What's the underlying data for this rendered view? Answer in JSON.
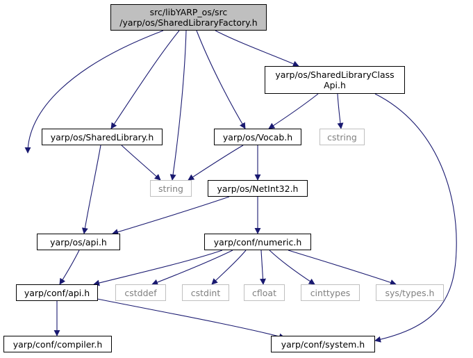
{
  "colors": {
    "edge": "#191970",
    "root_fill": "#bfbfbf",
    "internal_border": "#000000",
    "external_border": "#bfbfbf",
    "external_text": "#7f7f7f"
  },
  "nodes": {
    "root": {
      "label": "src/libYARP_os/src\n/yarp/os/SharedLibraryFactory.h",
      "kind": "root"
    },
    "classapi": {
      "label": "yarp/os/SharedLibraryClass\nApi.h",
      "kind": "internal"
    },
    "sharedlib": {
      "label": "yarp/os/SharedLibrary.h",
      "kind": "internal"
    },
    "vocab": {
      "label": "yarp/os/Vocab.h",
      "kind": "internal"
    },
    "cstring": {
      "label": "cstring",
      "kind": "external"
    },
    "string": {
      "label": "string",
      "kind": "external"
    },
    "netint32": {
      "label": "yarp/os/NetInt32.h",
      "kind": "internal"
    },
    "osapi": {
      "label": "yarp/os/api.h",
      "kind": "internal"
    },
    "numeric": {
      "label": "yarp/conf/numeric.h",
      "kind": "internal"
    },
    "confapi": {
      "label": "yarp/conf/api.h",
      "kind": "internal"
    },
    "cstddef": {
      "label": "cstddef",
      "kind": "external"
    },
    "cstdint": {
      "label": "cstdint",
      "kind": "external"
    },
    "cfloat": {
      "label": "cfloat",
      "kind": "external"
    },
    "cinttypes": {
      "label": "cinttypes",
      "kind": "external"
    },
    "systypes": {
      "label": "sys/types.h",
      "kind": "external"
    },
    "compiler": {
      "label": "yarp/conf/compiler.h",
      "kind": "internal"
    },
    "system": {
      "label": "yarp/conf/system.h",
      "kind": "internal"
    }
  },
  "edges": [
    [
      "root",
      "classapi"
    ],
    [
      "root",
      "sharedlib"
    ],
    [
      "root",
      "string"
    ],
    [
      "root",
      "vocab"
    ],
    [
      "root",
      "osapi"
    ],
    [
      "classapi",
      "vocab"
    ],
    [
      "classapi",
      "cstring"
    ],
    [
      "classapi",
      "system"
    ],
    [
      "sharedlib",
      "string"
    ],
    [
      "sharedlib",
      "osapi"
    ],
    [
      "vocab",
      "string"
    ],
    [
      "vocab",
      "netint32"
    ],
    [
      "netint32",
      "osapi"
    ],
    [
      "netint32",
      "numeric"
    ],
    [
      "osapi",
      "confapi"
    ],
    [
      "numeric",
      "confapi"
    ],
    [
      "numeric",
      "cstddef"
    ],
    [
      "numeric",
      "cstdint"
    ],
    [
      "numeric",
      "cfloat"
    ],
    [
      "numeric",
      "cinttypes"
    ],
    [
      "numeric",
      "systypes"
    ],
    [
      "confapi",
      "compiler"
    ],
    [
      "confapi",
      "system"
    ]
  ]
}
